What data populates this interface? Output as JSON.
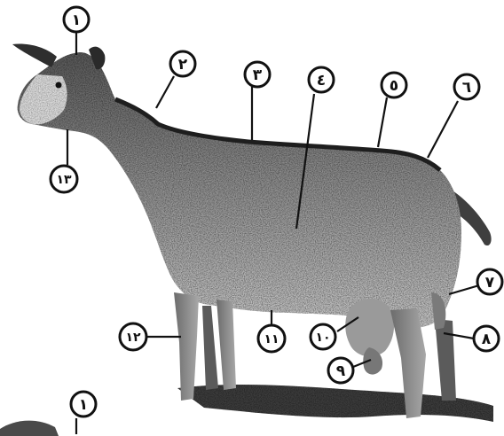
{
  "diagram": {
    "subject": "goat",
    "labels": [
      "١",
      "٢",
      "٣",
      "٤",
      "٥",
      "٦",
      "٧",
      "٨",
      "٩",
      "١٠",
      "١١",
      "١٢",
      "١٣",
      "١"
    ]
  }
}
